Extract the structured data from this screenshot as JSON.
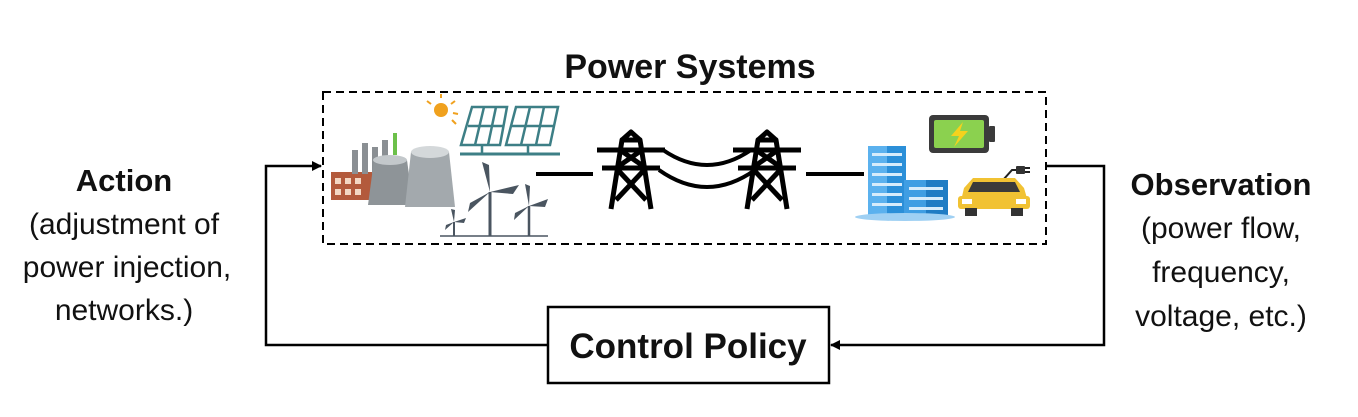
{
  "diagram": {
    "system_title": "Power Systems",
    "action": {
      "title": "Action",
      "lines": [
        "(adjustment of",
        "power injection,",
        "networks.)"
      ]
    },
    "observation": {
      "title": "Observation",
      "lines": [
        "(power flow,",
        "frequency,",
        "voltage, etc.)"
      ]
    },
    "policy_label": "Control Policy"
  },
  "colors": {
    "line": "#000000",
    "solar_panel": "#3d7f86",
    "factory": "#9aa0a4",
    "building": "#2b8fd8",
    "car": "#f1c233",
    "battery": "#8bd14f",
    "sun": "#f0a11e"
  },
  "icons": [
    "factory-icon",
    "solar-panel-icon",
    "sun-icon",
    "wind-turbine-icon",
    "transmission-tower-icon",
    "building-icon",
    "battery-icon",
    "electric-car-icon"
  ]
}
